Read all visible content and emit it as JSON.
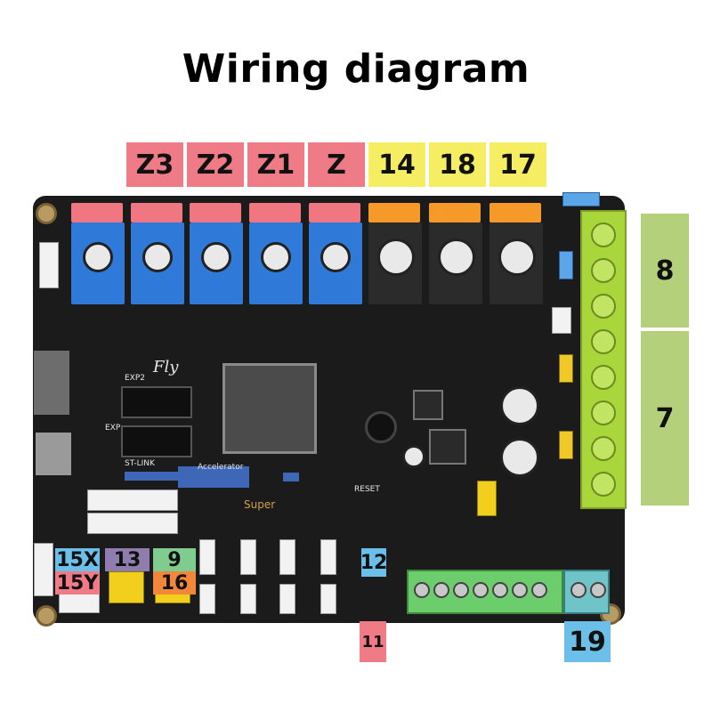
{
  "title": "Wiring diagram",
  "board": {
    "name": "Fly",
    "silkscreen": [
      "EXP2",
      "EXP",
      "ST-LINK",
      "Accelerator",
      "RESET",
      "Super"
    ]
  },
  "labels": {
    "top_drivers": [
      "Z3",
      "Z2",
      "Z1",
      "Z"
    ],
    "top_extruders": [
      "14",
      "18",
      "17"
    ],
    "power_8": "8",
    "power_7": "7",
    "bottom_15x": "15X",
    "bottom_15y": "15Y",
    "bottom_13": "13",
    "bottom_9": "9",
    "bottom_16": "16",
    "bottom_12": "12",
    "bottom_11": "11",
    "bottom_19": "19"
  },
  "colors": {
    "red": "#ee7b86",
    "yellow": "#f6ee62",
    "green": "#b5d07a",
    "blue": "#6cbfe9",
    "purple": "#8f7dae",
    "mint": "#7fcd8e",
    "orange": "#f2863b"
  }
}
